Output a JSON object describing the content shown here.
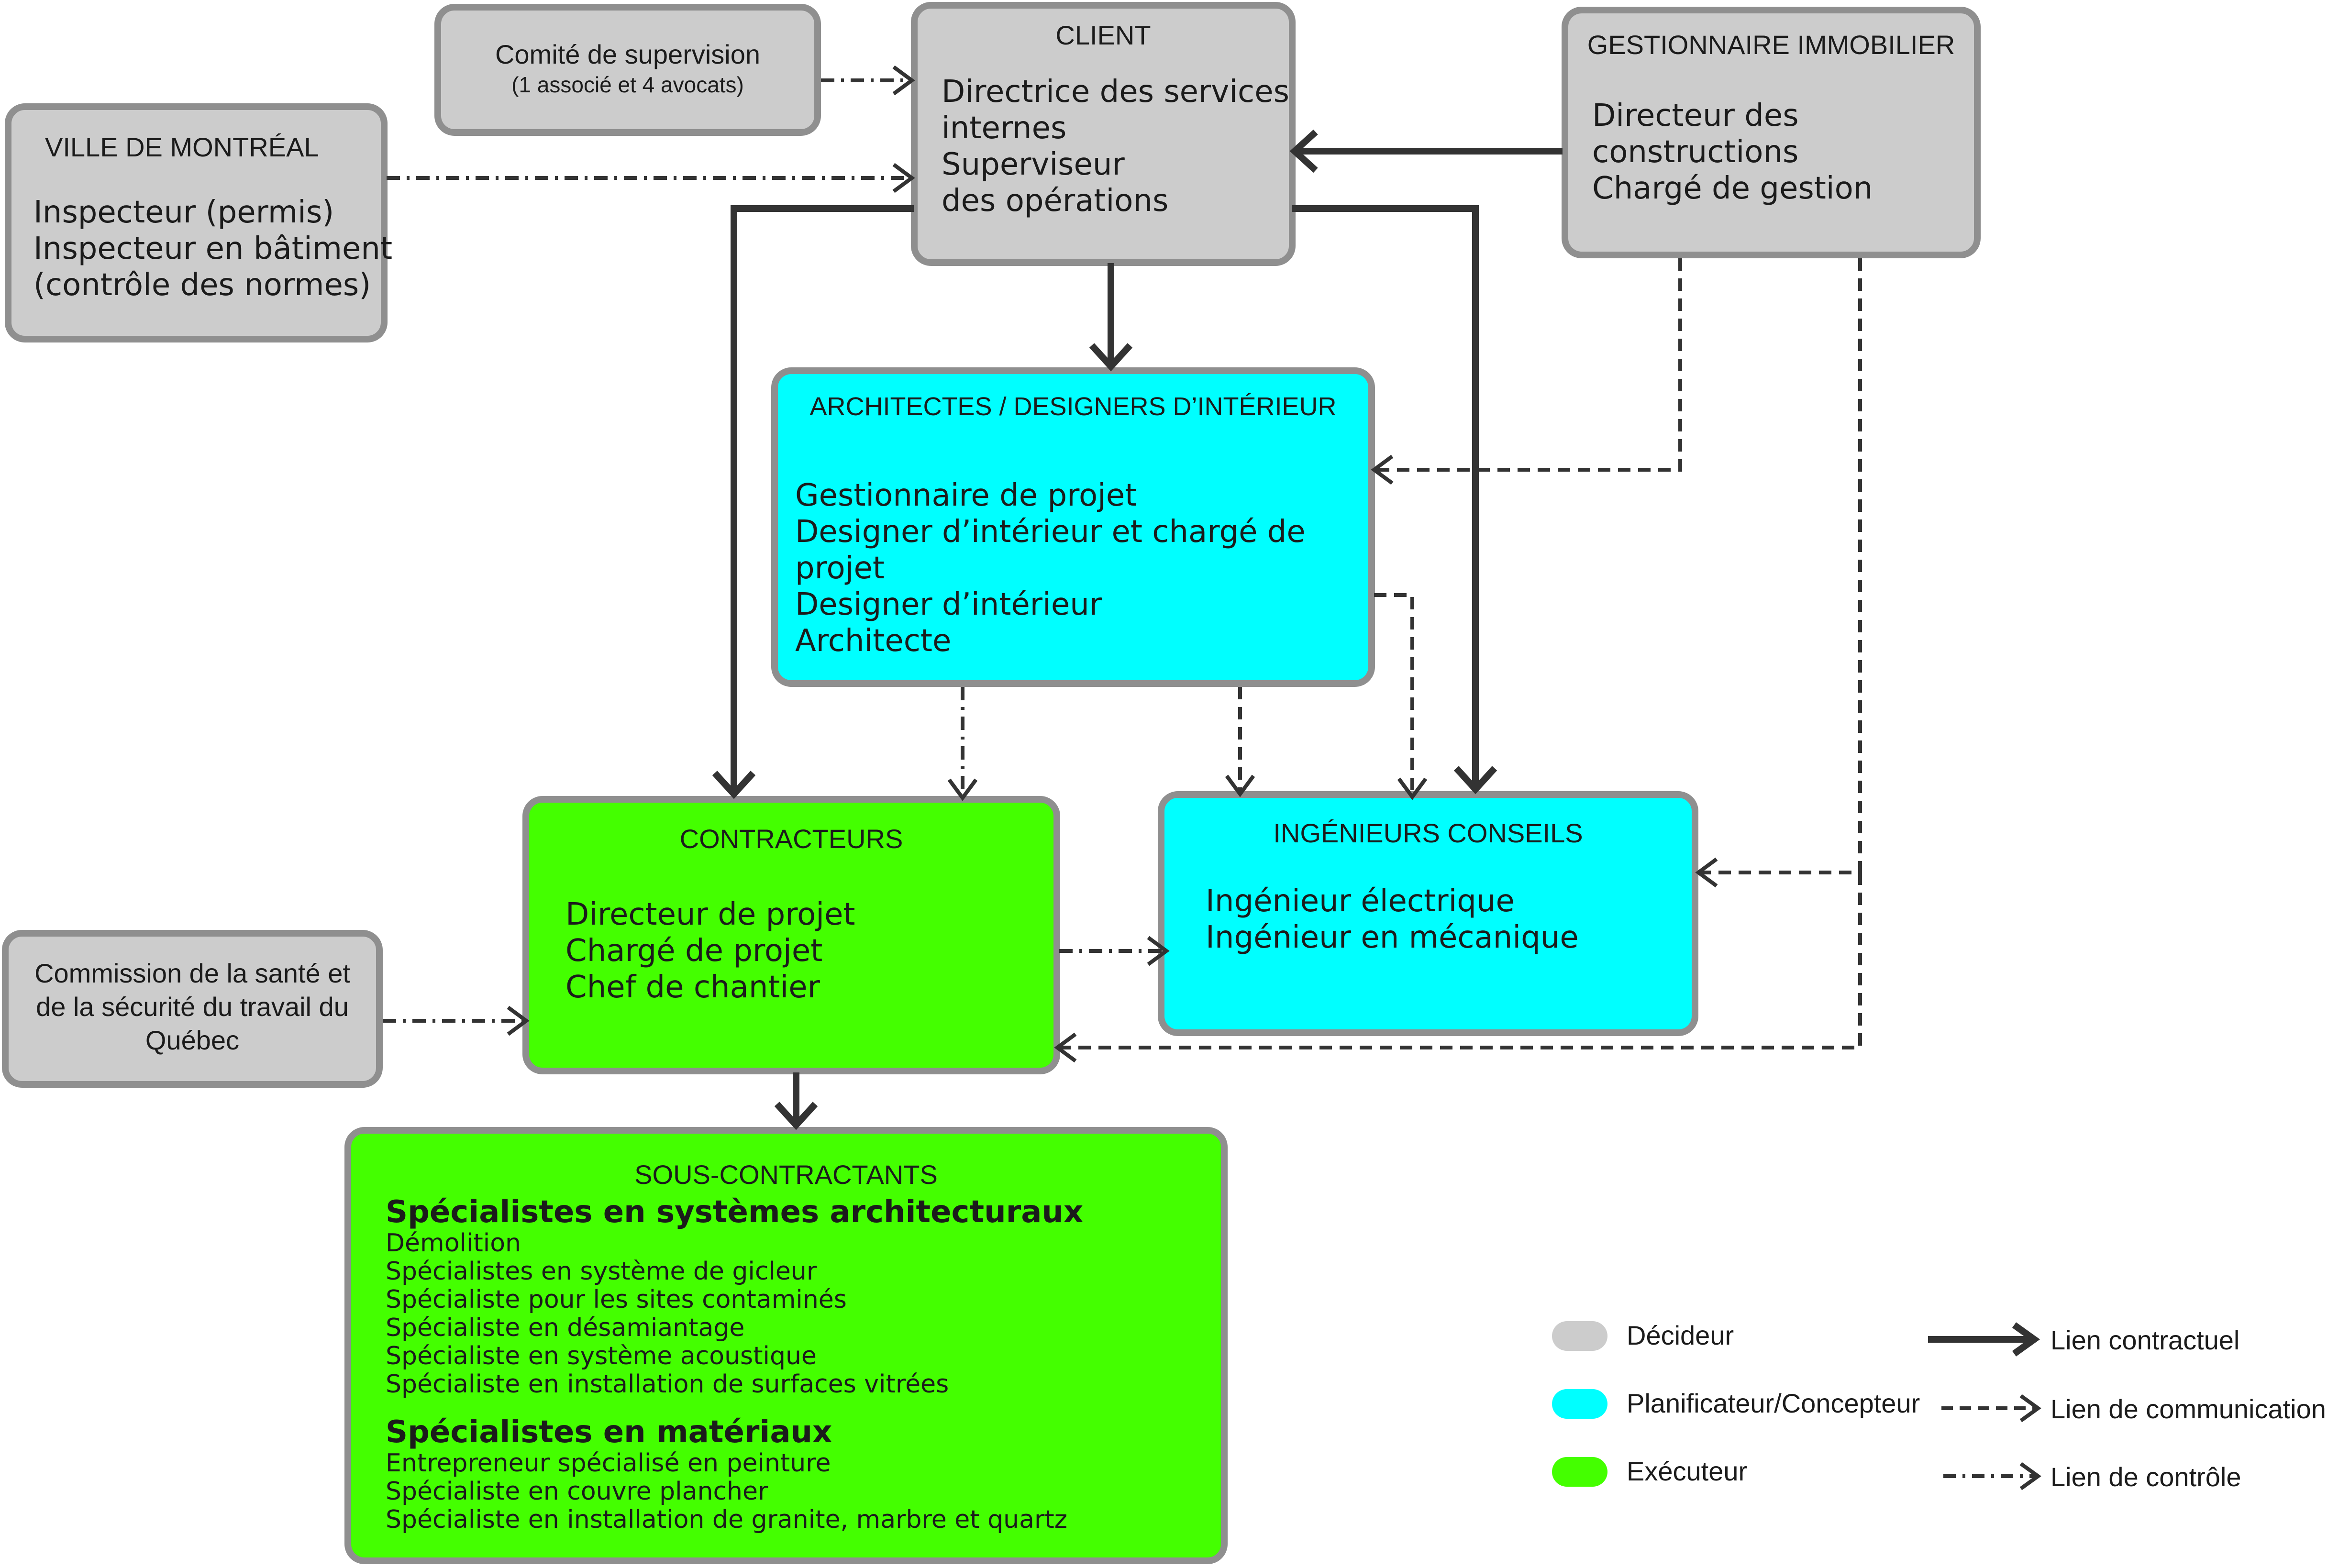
{
  "boxes": {
    "supervision": {
      "line1": "Comité de supervision",
      "line2": "(1 associé et 4 avocats)"
    },
    "client": {
      "title": "CLIENT",
      "lines": [
        "Directrice des services",
        "internes",
        "Superviseur",
        "des opérations"
      ]
    },
    "gestionnaire": {
      "title": "GESTIONNAIRE IMMOBILIER",
      "lines": [
        "Directeur des",
        "constructions",
        "Chargé de gestion"
      ]
    },
    "ville": {
      "title": "VILLE DE MONTRÉAL",
      "lines": [
        "Inspecteur (permis)",
        "Inspecteur en bâtiment",
        "(contrôle des normes)"
      ]
    },
    "architectes": {
      "title": "ARCHITECTES / DESIGNERS D’INTÉRIEUR",
      "lines": [
        "Gestionnaire de projet",
        "Designer d’intérieur et chargé de",
        "projet",
        "Designer d’intérieur",
        "Architecte"
      ]
    },
    "contracteurs": {
      "title": "CONTRACTEURS",
      "lines": [
        "Directeur de projet",
        "Chargé de projet",
        "Chef de chantier"
      ]
    },
    "ingenieurs": {
      "title": "INGÉNIEURS CONSEILS",
      "lines": [
        "Ingénieur électrique",
        "Ingénieur en mécanique"
      ]
    },
    "cnesst": {
      "lines": [
        "Commission de la santé et",
        "de la sécurité du travail du",
        "Québec"
      ]
    },
    "sous": {
      "title": "SOUS-CONTRACTANTS",
      "group1": {
        "heading": "Spécialistes en systèmes architecturaux",
        "items": [
          "Démolition",
          "Spécialistes en système de gicleur",
          "Spécialiste pour les sites contaminés",
          "Spécialiste en désamiantage",
          "Spécialiste en système acoustique",
          "Spécialiste en installation de surfaces vitrées"
        ]
      },
      "group2": {
        "heading": "Spécialistes en matériaux",
        "items": [
          "Entrepreneur spécialisé en peinture",
          "Spécialiste en couvre plancher",
          "Spécialiste en installation de granite, marbre et quartz"
        ]
      }
    }
  },
  "legend": {
    "roles": [
      {
        "label": "Décideur",
        "color": "#cccccc"
      },
      {
        "label": "Planificateur/Concepteur",
        "color": "#00ffff"
      },
      {
        "label": "Exécuteur",
        "color": "#44ff00"
      }
    ],
    "links": [
      {
        "label": "Lien contractuel",
        "style": "solid"
      },
      {
        "label": "Lien de communication",
        "style": "dashed"
      },
      {
        "label": "Lien de contrôle",
        "style": "dash-dot"
      }
    ]
  },
  "colors": {
    "decideur": "#cccccc",
    "planificateur": "#00ffff",
    "executeur": "#44ff00",
    "border": "#8f8f8f",
    "line": "#333333"
  }
}
